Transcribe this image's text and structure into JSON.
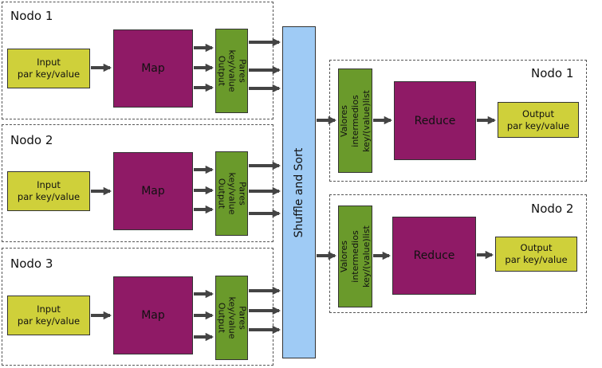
{
  "map_nodes": [
    {
      "title": "Nodo 1",
      "input_label": "Input\npar  key/value",
      "map_label": "Map",
      "pairs_label": "Pares key/value\nOutput"
    },
    {
      "title": "Nodo 2",
      "input_label": "Input\npar  key/value",
      "map_label": "Map",
      "pairs_label": "Pares key/value\nOutput"
    },
    {
      "title": "Nodo 3",
      "input_label": "Input\npar  key/value",
      "map_label": "Map",
      "pairs_label": "Pares key/value\nOutput"
    }
  ],
  "shuffle_label": "Shuffle and Sort",
  "reduce_nodes": [
    {
      "title": "Nodo 1",
      "intermediate_label": "Valores intermedios\nkey/(value)list",
      "reduce_label": "Reduce",
      "output_label": "Output\npar  key/value"
    },
    {
      "title": "Nodo 2",
      "intermediate_label": "Valores intermedios\nkey/(value)list",
      "reduce_label": "Reduce",
      "output_label": "Output\npar  key/value"
    }
  ],
  "colors": {
    "input_output": "#cfd03a",
    "map_reduce": "#8f1a66",
    "pairs": "#6a9a2b",
    "shuffle": "#9fcbf5",
    "arrow": "#444444"
  }
}
